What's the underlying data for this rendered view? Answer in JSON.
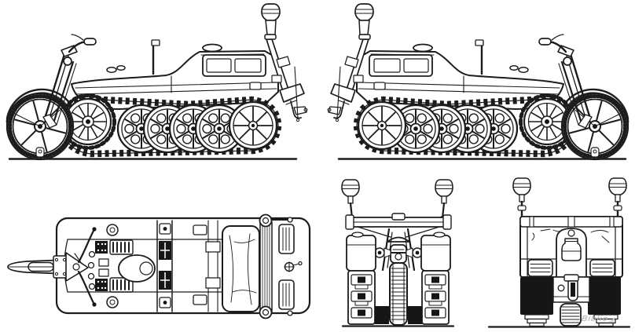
{
  "page": {
    "background": "#ffffff"
  },
  "palette": {
    "line": "#1c1c1c",
    "dark": "#161616",
    "watermark": "#b3b3b3"
  },
  "watermark": {
    "text": "Biblio"
  },
  "views": [
    {
      "id": "side-view-left",
      "name": "half-track motorcycle left side elevation"
    },
    {
      "id": "side-view-right",
      "name": "half-track motorcycle right side elevation"
    },
    {
      "id": "top-view",
      "name": "half-track motorcycle top plan view"
    },
    {
      "id": "front-view",
      "name": "half-track motorcycle front elevation"
    },
    {
      "id": "rear-view",
      "name": "half-track motorcycle rear elevation"
    }
  ]
}
